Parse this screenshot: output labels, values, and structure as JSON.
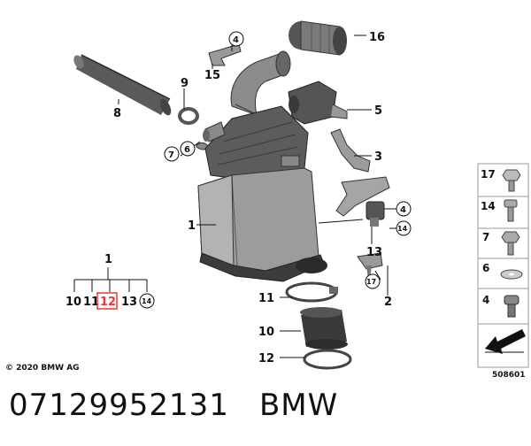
{
  "copyright": "© 2020 BMW AG",
  "image_number": "508601",
  "footer": {
    "part_number": "07129952131",
    "brand": "BMW"
  },
  "labels": {
    "l1": "1",
    "l2": "2",
    "l3": "3",
    "l4a": "4",
    "l4b": "4",
    "l5": "5",
    "l6": "6",
    "l7": "7",
    "l8": "8",
    "l9": "9",
    "l10": "10",
    "l11": "11",
    "l12": "12",
    "l13": "13",
    "l14": "14",
    "l15": "15",
    "l16": "16",
    "l17": "17"
  },
  "legend_tree": {
    "root": "1",
    "c1": "10",
    "c2": "11",
    "c3": "12",
    "c4": "13",
    "c5": "14"
  },
  "side_panel": {
    "s1": "17",
    "s2": "14",
    "s3": "7",
    "s4": "6",
    "s5": "4"
  },
  "colors": {
    "highlight": "#e53935",
    "part_grey": "#8a8a8a",
    "dark": "#3a3a3a"
  }
}
